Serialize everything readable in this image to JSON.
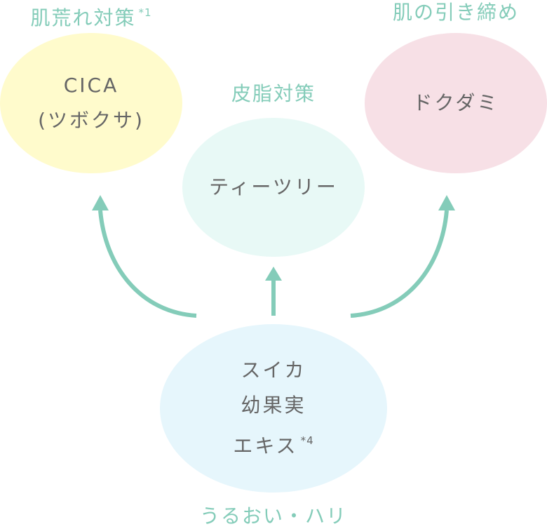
{
  "diagram": {
    "colors": {
      "accent": "#84ccb9",
      "text": "#666666",
      "cica_bg": "#fffbcc",
      "teatree_bg": "#e8f9f6",
      "dokudami_bg": "#f7e0e6",
      "watermelon_bg": "#e6f6fc"
    },
    "nodes": [
      {
        "id": "cica",
        "effect": "肌荒れ対策",
        "effect_note": "*1",
        "lines": [
          "CICA",
          "(ツボクサ)"
        ]
      },
      {
        "id": "teatree",
        "effect": "皮脂対策",
        "lines": [
          "ティーツリー"
        ]
      },
      {
        "id": "dokudami",
        "effect": "肌の引き締め",
        "lines": [
          "ドクダミ"
        ]
      },
      {
        "id": "watermelon",
        "effect": "うるおい・ハリ",
        "lines": [
          "スイカ",
          "幼果実",
          "エキス"
        ],
        "note": "*4"
      }
    ],
    "edges": [
      {
        "from": "watermelon",
        "to": "cica",
        "icon": "curved-arrow-up-left-icon"
      },
      {
        "from": "watermelon",
        "to": "teatree",
        "icon": "arrow-up-icon"
      },
      {
        "from": "watermelon",
        "to": "dokudami",
        "icon": "curved-arrow-up-right-icon"
      }
    ]
  }
}
